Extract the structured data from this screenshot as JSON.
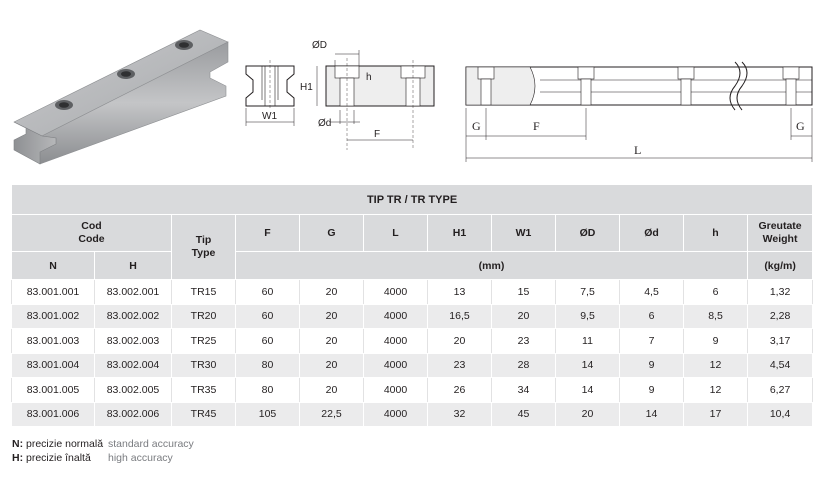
{
  "drawing": {
    "side_labels": {
      "od": "ØD",
      "od_small": "Ød",
      "h1": "H1",
      "w1": "W1",
      "f": "F"
    },
    "long_labels": {
      "g_left": "G",
      "f": "F",
      "g_right": "G",
      "l": "L"
    }
  },
  "table": {
    "title": "TIP TR / TR TYPE",
    "headers": {
      "cod": "Cod",
      "code": "Code",
      "tip": "Tip",
      "type": "Type",
      "f": "F",
      "g": "G",
      "l": "L",
      "h1": "H1",
      "w1": "W1",
      "od_big": "ØD",
      "od_small": "Ød",
      "h": "h",
      "greutate": "Greutate",
      "weight": "Weight",
      "n": "N",
      "h_col": "H",
      "mm": "(mm)",
      "kgm": "(kg/m)"
    },
    "rows": [
      {
        "n": "83.001.001",
        "h": "83.002.001",
        "type": "TR15",
        "f": "60",
        "g": "20",
        "l": "4000",
        "h1": "13",
        "w1": "15",
        "od": "7,5",
        "odd": "4,5",
        "hh": "6",
        "w": "1,32"
      },
      {
        "n": "83.001.002",
        "h": "83.002.002",
        "type": "TR20",
        "f": "60",
        "g": "20",
        "l": "4000",
        "h1": "16,5",
        "w1": "20",
        "od": "9,5",
        "odd": "6",
        "hh": "8,5",
        "w": "2,28"
      },
      {
        "n": "83.001.003",
        "h": "83.002.003",
        "type": "TR25",
        "f": "60",
        "g": "20",
        "l": "4000",
        "h1": "20",
        "w1": "23",
        "od": "11",
        "odd": "7",
        "hh": "9",
        "w": "3,17"
      },
      {
        "n": "83.001.004",
        "h": "83.002.004",
        "type": "TR30",
        "f": "80",
        "g": "20",
        "l": "4000",
        "h1": "23",
        "w1": "28",
        "od": "14",
        "odd": "9",
        "hh": "12",
        "w": "4,54"
      },
      {
        "n": "83.001.005",
        "h": "83.002.005",
        "type": "TR35",
        "f": "80",
        "g": "20",
        "l": "4000",
        "h1": "26",
        "w1": "34",
        "od": "14",
        "odd": "9",
        "hh": "12",
        "w": "6,27"
      },
      {
        "n": "83.001.006",
        "h": "83.002.006",
        "type": "TR45",
        "f": "105",
        "g": "22,5",
        "l": "4000",
        "h1": "32",
        "w1": "45",
        "od": "20",
        "odd": "14",
        "hh": "17",
        "w": "10,4"
      }
    ]
  },
  "legend": [
    {
      "key": "N:",
      "ro": "precizie normală",
      "en": "standard accuracy"
    },
    {
      "key": "H:",
      "ro": "precizie înaltă",
      "en": "high accuracy"
    }
  ]
}
